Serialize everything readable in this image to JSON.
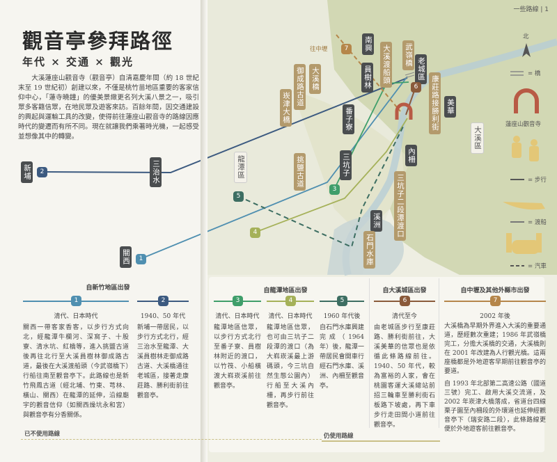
{
  "header": {
    "running_head": "一些路線 | 1"
  },
  "title": "觀音亭參拜路徑",
  "subtitle": "年代 × 交通 × 觀光",
  "intro": "大溪蓮座山觀音寺（觀音亭）自清嘉慶年間（約 18 世紀末至 19 世紀初）創建以來，不僅是桃竹苗地區重要的客家信仰中心，「蓮寺曉鐘」的優美景緻更名列大溪八景之一，吸引眾多客籍信眾，在地民眾及遊客來訪。百餘年間，因交通建設的興起與運輸工具的改變，使得前往蓮座山觀音寺的路線因應時代的變遷而有所不同。現在就讓我們乘著時光機，一起感受並想像其中的轉變。",
  "map": {
    "labels": [
      "新埔",
      "三治水",
      "關西",
      "南興",
      "大溪渡船頭",
      "武嶺橋",
      "老城區",
      "員樹林",
      "大溪橋",
      "御成路古道",
      "康莊路接勝利街",
      "美華",
      "番子寮",
      "崁津大橋",
      "龍潭區",
      "挑鹽古道",
      "三坑子",
      "內柵",
      "三坑子二段潭渡口",
      "溪洲",
      "石門水庫",
      "大溪區"
    ],
    "to_zhongli": "往中壢",
    "route_colors": {
      "1": "#4f8fb0",
      "2": "#3c5a80",
      "3": "#3f9e6a",
      "4": "#a5b159",
      "5": "#3d6e62",
      "6": "#8a5a3a",
      "7": "#b5864a"
    },
    "temple_color": "#b85a45"
  },
  "legend": {
    "north": "北",
    "bridge": "= 橋",
    "temple": "蓮座山觀音寺",
    "walk": "= 步行",
    "ferry": "= 渡船",
    "car": "= 汽車"
  },
  "panels": {
    "hsinchu": {
      "heading": "自新竹地區出發",
      "routes": [
        {
          "num": "1",
          "era": "清代、日本時代",
          "text": "關西一帶客家香客，以步行方式向北，經龍潭牛欄河、深窩子、十股寮、清水坑、紅橋等，進入挑鹽古道後再往北行至大溪員樹林御成路古道，最後在大溪渡船頭（今武嶺橋下）行船往南至觀音亭下。此路線也是新竹飛鳳古道（經北埔、竹東、芎林、橫山、關西）在龍潭的延伸，沿線廟宇的觀音信仰（如關西燥坑永和宮）與觀音亭有分香關係。"
        },
        {
          "num": "2",
          "era": "1940、50 年代",
          "text": "新埔一帶居民，以步行方式北行，經三治水至龍潭、大溪員樹林走御成路古道、大溪橋通往老城區，接著走康莊路、勝利街前往觀音亭。"
        }
      ]
    },
    "longtan": {
      "heading": "自龍潭地區出發",
      "routes": [
        {
          "num": "3",
          "era": "清代、日本時代",
          "text": "龍潭地區信眾，以步行方式北行至番子寮、員樹林附近的渡口，以竹筏、小船橫渡大嵙崁溪前往觀音亭。"
        },
        {
          "num": "4",
          "era": "清代、日本時代",
          "text": "龍潭地區信眾，也可由三坑子二段潭的渡口（為大嵙崁溪最上游碼頭，今三坑自然生態公園內）行船至大溪內柵，再步行前往觀音亭。"
        },
        {
          "num": "5",
          "era": "1960 年代後",
          "text": "自石門水庫興建完成（1964 年）後，龍潭一帶居民會開車行經石門水庫、溪洲、內柵至觀音亭。"
        }
      ]
    },
    "daxi": {
      "heading": "自大溪城區出發",
      "routes": [
        {
          "num": "6",
          "era": "清代至今",
          "text": "由老城區步行至康莊路、勝利街前往，大溪美華的信眾也是依循此條路線前往。1940、50 年代，較為富裕的人家，會在桃園客運大溪總站前招三輪車至勝利街石板路下坡處，再下車步行走田間小道前往觀音亭。"
        }
      ]
    },
    "zhongli": {
      "heading": "自中壢及其他外縣市出發",
      "routes": [
        {
          "num": "7",
          "era": "2002 年後",
          "text": "大溪橋為早期外界進入大溪的重要通道，歷經數次重建；1986 年武嶺橋完工，分擔大溪橋的交通，大溪橋則在 2001 年改建為人行觀光橋。這兩座橋都是外地遊客早期前往觀音亭的要道。",
          "text2": "自 1993 年北部第二高速公路（國道三號）完工、啟用大溪交流道，及 2002 年崁津大橋落成，省道台四線栗子園至內柵段的外環道也延伸經觀音亭下（瑞安路二段），此條路線更便於外地遊客前往觀音亭。"
        }
      ]
    },
    "unused_label": "已不使用路線",
    "used_label": "仍使用路線"
  }
}
